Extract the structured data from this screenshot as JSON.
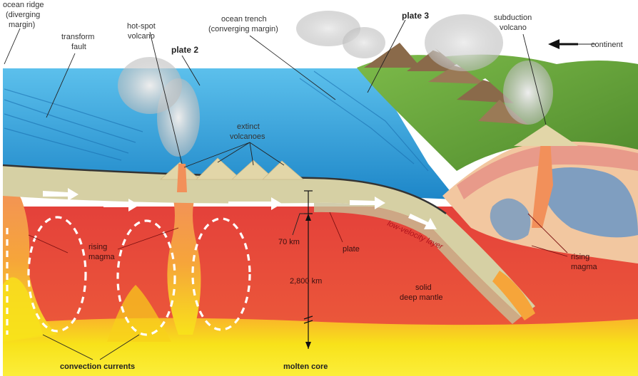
{
  "labels": {
    "ocean_ridge": "ocean ridge",
    "diverging_margin": "(diverging",
    "diverging_margin_2": "margin)",
    "transform_fault": "transform",
    "transform_fault_2": "fault",
    "hot_spot_volcano": "hot-spot",
    "hot_spot_volcano_2": "volcano",
    "plate_2": "plate 2",
    "ocean_trench": "ocean trench",
    "converging_margin": "(converging margin)",
    "plate_3": "plate 3",
    "subduction_volcano": "subduction",
    "subduction_volcano_2": "volcano",
    "continent": "continent",
    "extinct_volcanoes": "extinct",
    "extinct_volcanoes_2": "volcanoes",
    "rising_magma_left": "rising",
    "rising_magma_left_2": "magma",
    "depth_70": "70 km",
    "plate": "plate",
    "low_velocity_layer": "low-velocity layer",
    "rising_magma_right": "rising",
    "rising_magma_right_2": "magma",
    "depth_2800": "2,800 km",
    "solid_deep_mantle": "solid",
    "solid_deep_mantle_2": "deep mantle",
    "convection_currents": "convection currents",
    "molten_core": "molten core"
  },
  "colors": {
    "ocean": "#2f9fd8",
    "mantle": "#e8463a",
    "core": "#f7e313",
    "plate": "#d6d0a4",
    "land": "#6a9e3a"
  }
}
